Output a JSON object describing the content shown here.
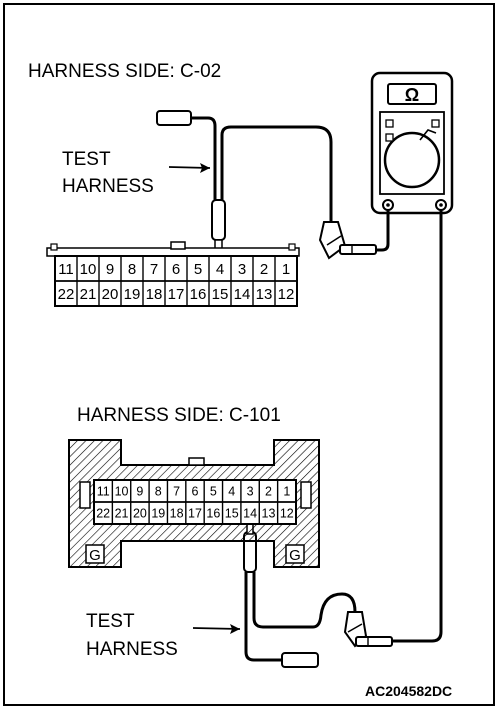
{
  "title_c02": "HARNESS SIDE: C-02",
  "title_c101": "HARNESS SIDE: C-101",
  "test_harness_top": [
    "TEST",
    "HARNESS"
  ],
  "test_harness_bottom": [
    "TEST",
    "HARNESS"
  ],
  "meter_symbol": "Ω",
  "figure_code": "AC204582DC",
  "c02_top_row": [
    "11",
    "10",
    "9",
    "8",
    "7",
    "6",
    "5",
    "4",
    "3",
    "2",
    "1"
  ],
  "c02_bottom_row": [
    "22",
    "21",
    "20",
    "19",
    "18",
    "17",
    "16",
    "15",
    "14",
    "13",
    "12"
  ],
  "c101_top_row": [
    "11",
    "10",
    "9",
    "8",
    "7",
    "6",
    "5",
    "4",
    "3",
    "2",
    "1"
  ],
  "c101_bottom_row": [
    "22",
    "21",
    "20",
    "19",
    "18",
    "17",
    "16",
    "15",
    "14",
    "13",
    "12"
  ],
  "ground_mark": "G",
  "highlight_pins": {
    "c02": "4",
    "c101": "14"
  }
}
